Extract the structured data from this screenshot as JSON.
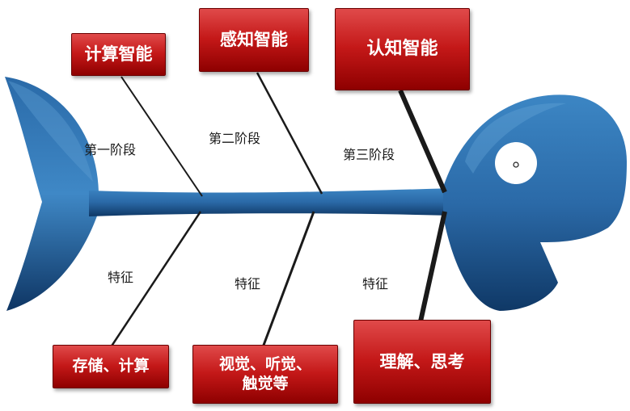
{
  "stages": [
    {
      "title": "计算智能",
      "stage_label": "第一阶段",
      "feature_label": "特征",
      "feature": "存储、计算"
    },
    {
      "title": "感知智能",
      "stage_label": "第二阶段",
      "feature_label": "特征",
      "feature": "视觉、听觉、\n触觉等"
    },
    {
      "title": "认知智能",
      "stage_label": "第三阶段",
      "feature_label": "特征",
      "feature": "理解、思考"
    }
  ],
  "colors": {
    "fish_dark": "#0f3866",
    "fish_mid": "#2d74b4",
    "fish_light": "#5a9bd0",
    "box_red": "#c41818"
  }
}
